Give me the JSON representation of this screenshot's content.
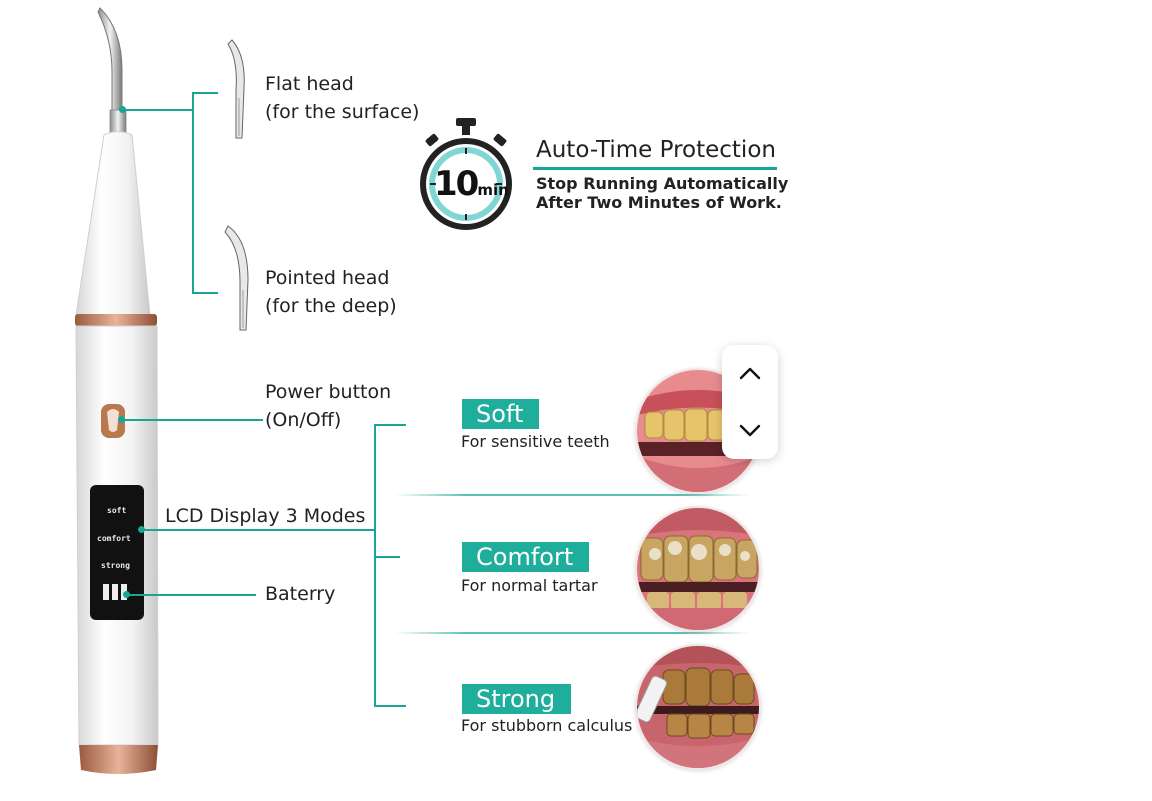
{
  "features": {
    "flat_head": {
      "title": "Flat head",
      "subtitle": "(for the surface)"
    },
    "pointed_head": {
      "title": "Pointed head",
      "subtitle": "(for the deep)"
    },
    "power_button": {
      "title": "Power button",
      "subtitle": "(On/Off)"
    },
    "lcd_display": {
      "title": "LCD Display 3 Modes"
    },
    "battery": {
      "title": "Baterry"
    }
  },
  "timer": {
    "badge_number": "10",
    "badge_unit": "min",
    "title": "Auto-Time Protection",
    "line1": "Stop Running Automatically",
    "line2": "After Two Minutes of Work."
  },
  "lcd": {
    "mode1": "soft",
    "mode2": "comfort",
    "mode3": "strong"
  },
  "modes": [
    {
      "name": "Soft",
      "description": "For sensitive teeth"
    },
    {
      "name": "Comfort",
      "description": "For normal tartar"
    },
    {
      "name": "Strong",
      "description": "For stubborn calculus"
    }
  ],
  "colors": {
    "accent": "#1fae9c",
    "line": "#17a595",
    "copper": "#c8765a"
  },
  "icons": {
    "scroll_up": "chevron-up-icon",
    "scroll_down": "chevron-down-icon"
  }
}
